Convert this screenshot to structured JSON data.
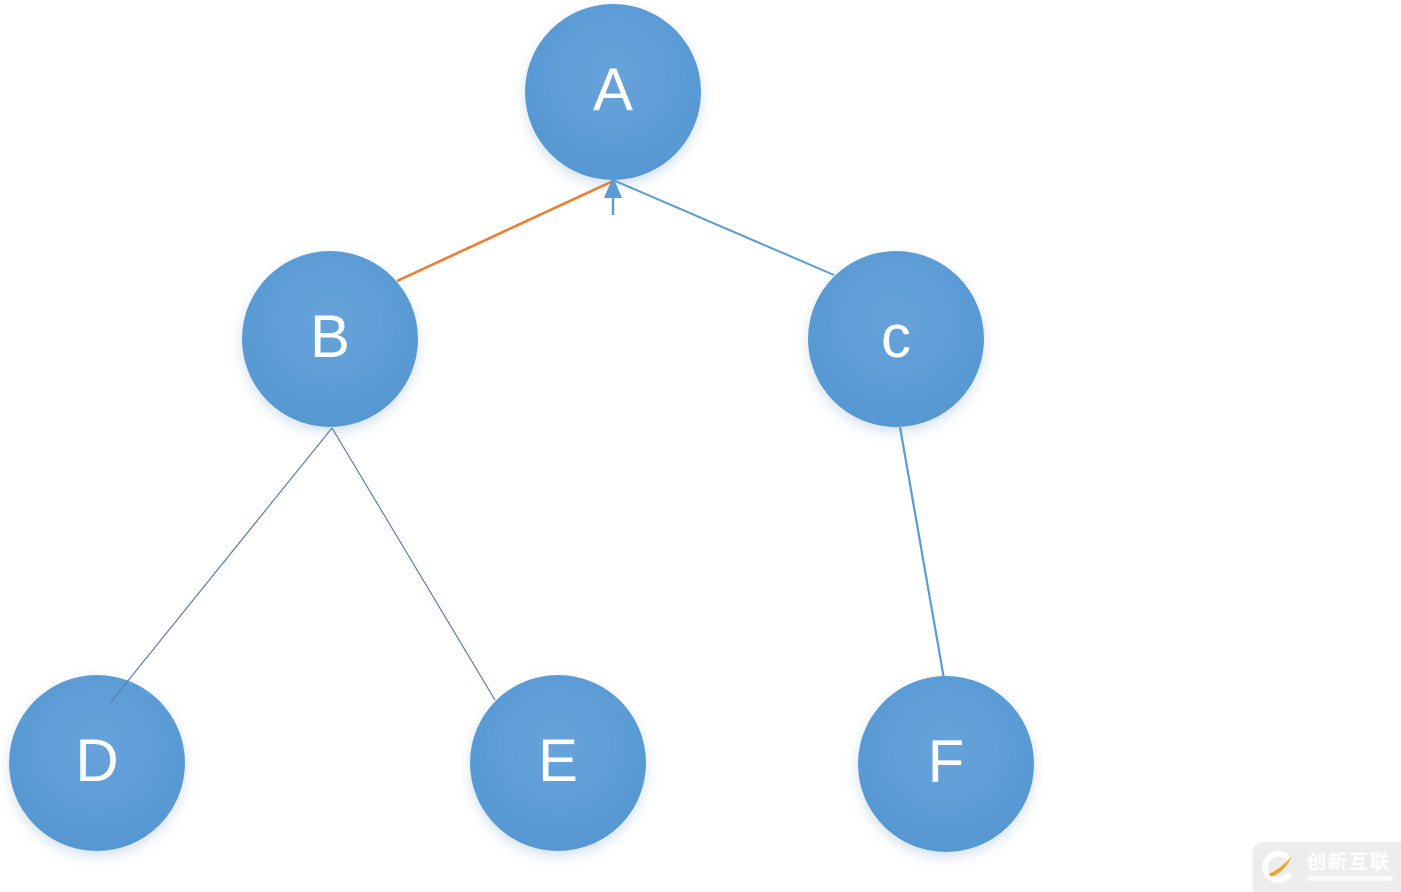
{
  "diagram": {
    "type": "tree",
    "background_color": "#ffffff",
    "node_fill_color": "#5b9bd5",
    "node_label_color": "#ffffff",
    "highlight_edge_color": "#ed7d31",
    "blue_edge_color": "#5b9bd5",
    "thin_edge_color": "#5f7ca3",
    "nodes": [
      {
        "id": "A",
        "label": "A"
      },
      {
        "id": "B",
        "label": "B"
      },
      {
        "id": "C",
        "label": "c"
      },
      {
        "id": "D",
        "label": "D"
      },
      {
        "id": "E",
        "label": "E"
      },
      {
        "id": "F",
        "label": "F"
      }
    ],
    "edges": [
      {
        "from": "B",
        "to": "A",
        "color": "#ed7d31",
        "style": "highlighted"
      },
      {
        "from": "A",
        "to": "C",
        "color": "#5b9bd5",
        "style": "normal"
      },
      {
        "from": "C",
        "to": "F",
        "color": "#5b9bd5",
        "style": "normal"
      },
      {
        "from": "B",
        "to": "D",
        "color": "#5f7ca3",
        "style": "thin"
      },
      {
        "from": "B",
        "to": "E",
        "color": "#5f7ca3",
        "style": "thin"
      }
    ],
    "arrow": {
      "target": "A",
      "direction": "up",
      "color": "#5b9bd5"
    }
  },
  "watermark": {
    "text": "创新互联",
    "badge_color": "#ededed",
    "text_color": "#ffffff",
    "logo_ring_color": "#ffffff",
    "logo_swoosh_color": "#f0a330"
  }
}
